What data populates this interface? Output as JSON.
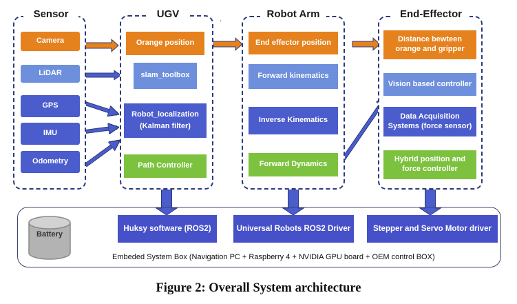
{
  "columns": {
    "sensor": {
      "title": "Sensor"
    },
    "ugv": {
      "title": "UGV"
    },
    "robot_arm": {
      "title": "Robot Arm"
    },
    "end_effector": {
      "title": "End-Effector"
    }
  },
  "sensors": {
    "camera": "Camera",
    "lidar": "LiDAR",
    "gps": "GPS",
    "imu": "IMU",
    "odometry": "Odometry"
  },
  "ugv_blocks": {
    "orange_position": "Orange position",
    "slam_toolbox": "slam_toolbox",
    "robot_localization": "Robot_localization",
    "kalman_filter": "(Kalman filter)",
    "path_controller": "Path Controller"
  },
  "arm_blocks": {
    "end_effector_position": "End effector position",
    "forward_kinematics": "Forward kinematics",
    "inverse_kinematics": "Inverse Kinematics",
    "forward_dynamics": "Forward Dynamics"
  },
  "ee_blocks": {
    "distance_line1": "Distance bewteen",
    "distance_line2": "orange and gripper",
    "vision_controller": "Vision based controller",
    "daq_line1": "Data Acquisition",
    "daq_line2": "Systems (force sensor)",
    "hybrid_line1": "Hybrid position and",
    "hybrid_line2": "force controller"
  },
  "embedded": {
    "battery": "Battery",
    "husky_driver": "Huksy software (ROS2)",
    "ur_driver": "Universal Robots ROS2 Driver",
    "motor_driver": "Stepper and Servo Motor driver",
    "description": "Embeded System Box (Navigation PC + Raspberry 4 + NVIDIA GPU board + OEM control BOX)"
  },
  "stray_mark": ".",
  "figure_caption": "Figure 2: Overall System architecture",
  "colors": {
    "orange": "#e5821e",
    "light_blue": "#6d8fdc",
    "mid_blue": "#4b5ccc",
    "green": "#7dc23e",
    "border_navy": "#2d3a7a"
  }
}
